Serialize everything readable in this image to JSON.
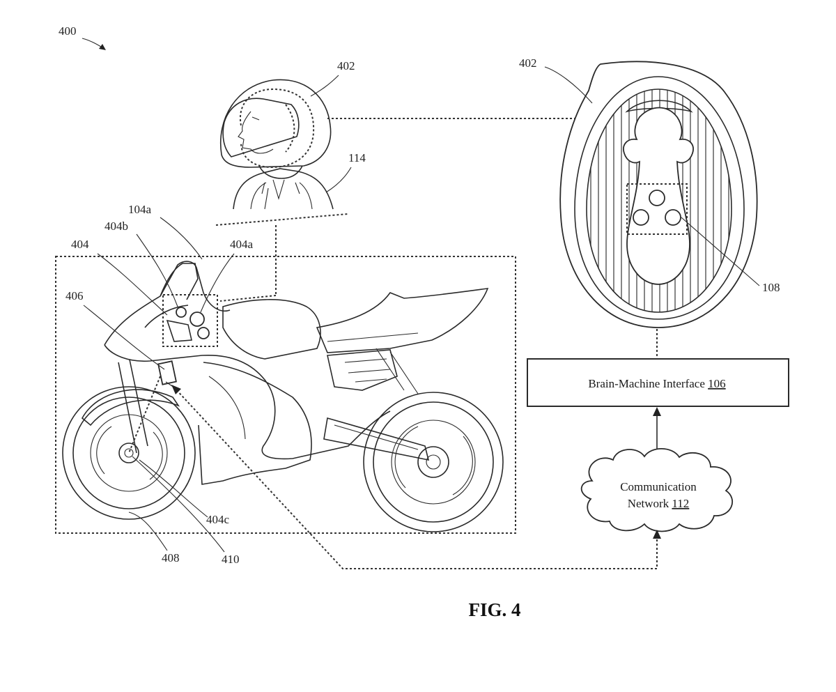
{
  "figure": {
    "caption": "FIG. 4",
    "reference_numerals": {
      "system": "400",
      "helmet_side": "402",
      "helmet_top": "402",
      "rider": "114",
      "controller_group": "104a",
      "sensor_b": "404b",
      "sensor_a": "404a",
      "sensor": "404",
      "unit": "406",
      "sensor_c": "404c",
      "wheel": "408",
      "axle": "410",
      "electrodes": "108"
    },
    "bmi_box": {
      "text": "Brain-Machine Interface ",
      "number": "106"
    },
    "network_cloud": {
      "line1": "Communication",
      "line2_text": "Network ",
      "line2_number": "112"
    }
  }
}
